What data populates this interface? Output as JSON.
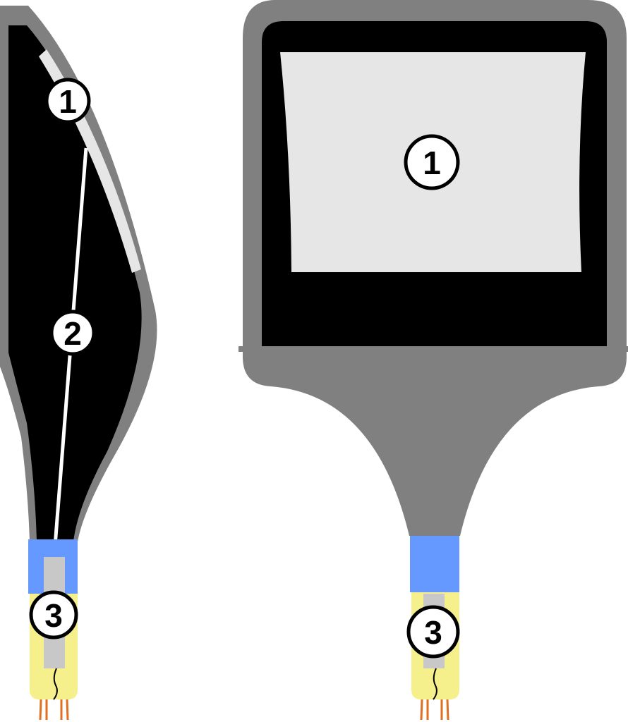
{
  "colors": {
    "housing": "#808080",
    "interior": "#000000",
    "phosphor": "#e6e6e6",
    "socket": "#6699ff",
    "base": "#f5f08c",
    "electron_gun": "#c8c8c8",
    "pins": "#e07020",
    "callout_fill": "#ffffff",
    "callout_stroke": "#000000"
  },
  "side_view": {
    "callouts": [
      {
        "id": "screen",
        "label": "1"
      },
      {
        "id": "beam",
        "label": "2"
      },
      {
        "id": "gun",
        "label": "3"
      }
    ]
  },
  "front_view": {
    "callouts": [
      {
        "id": "screen",
        "label": "1"
      },
      {
        "id": "gun",
        "label": "3"
      }
    ]
  }
}
